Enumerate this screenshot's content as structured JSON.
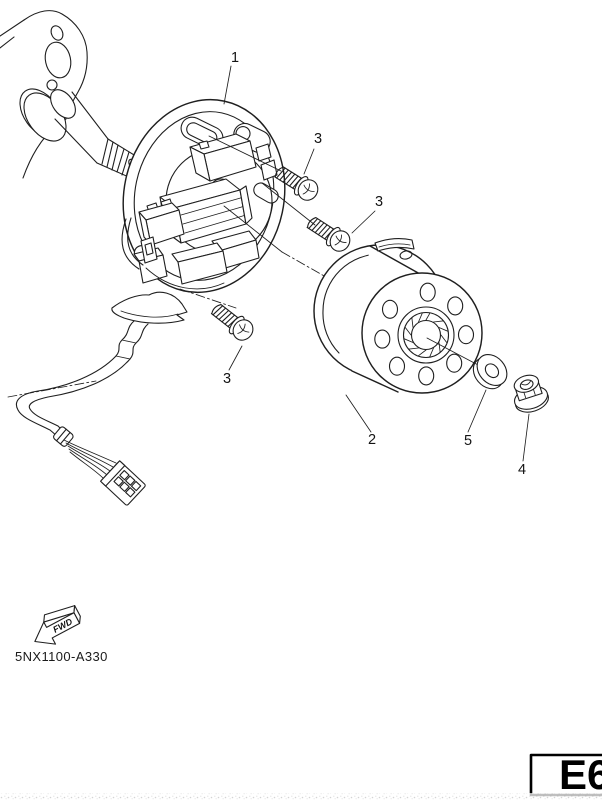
{
  "diagram": {
    "code": "5NX1100-A330",
    "page_ref": "E6",
    "fwd_label": "FWD",
    "callouts": [
      {
        "ref": "1"
      },
      {
        "ref": "3"
      },
      {
        "ref": "3"
      },
      {
        "ref": "3"
      },
      {
        "ref": "2"
      },
      {
        "ref": "5"
      },
      {
        "ref": "4"
      }
    ]
  }
}
